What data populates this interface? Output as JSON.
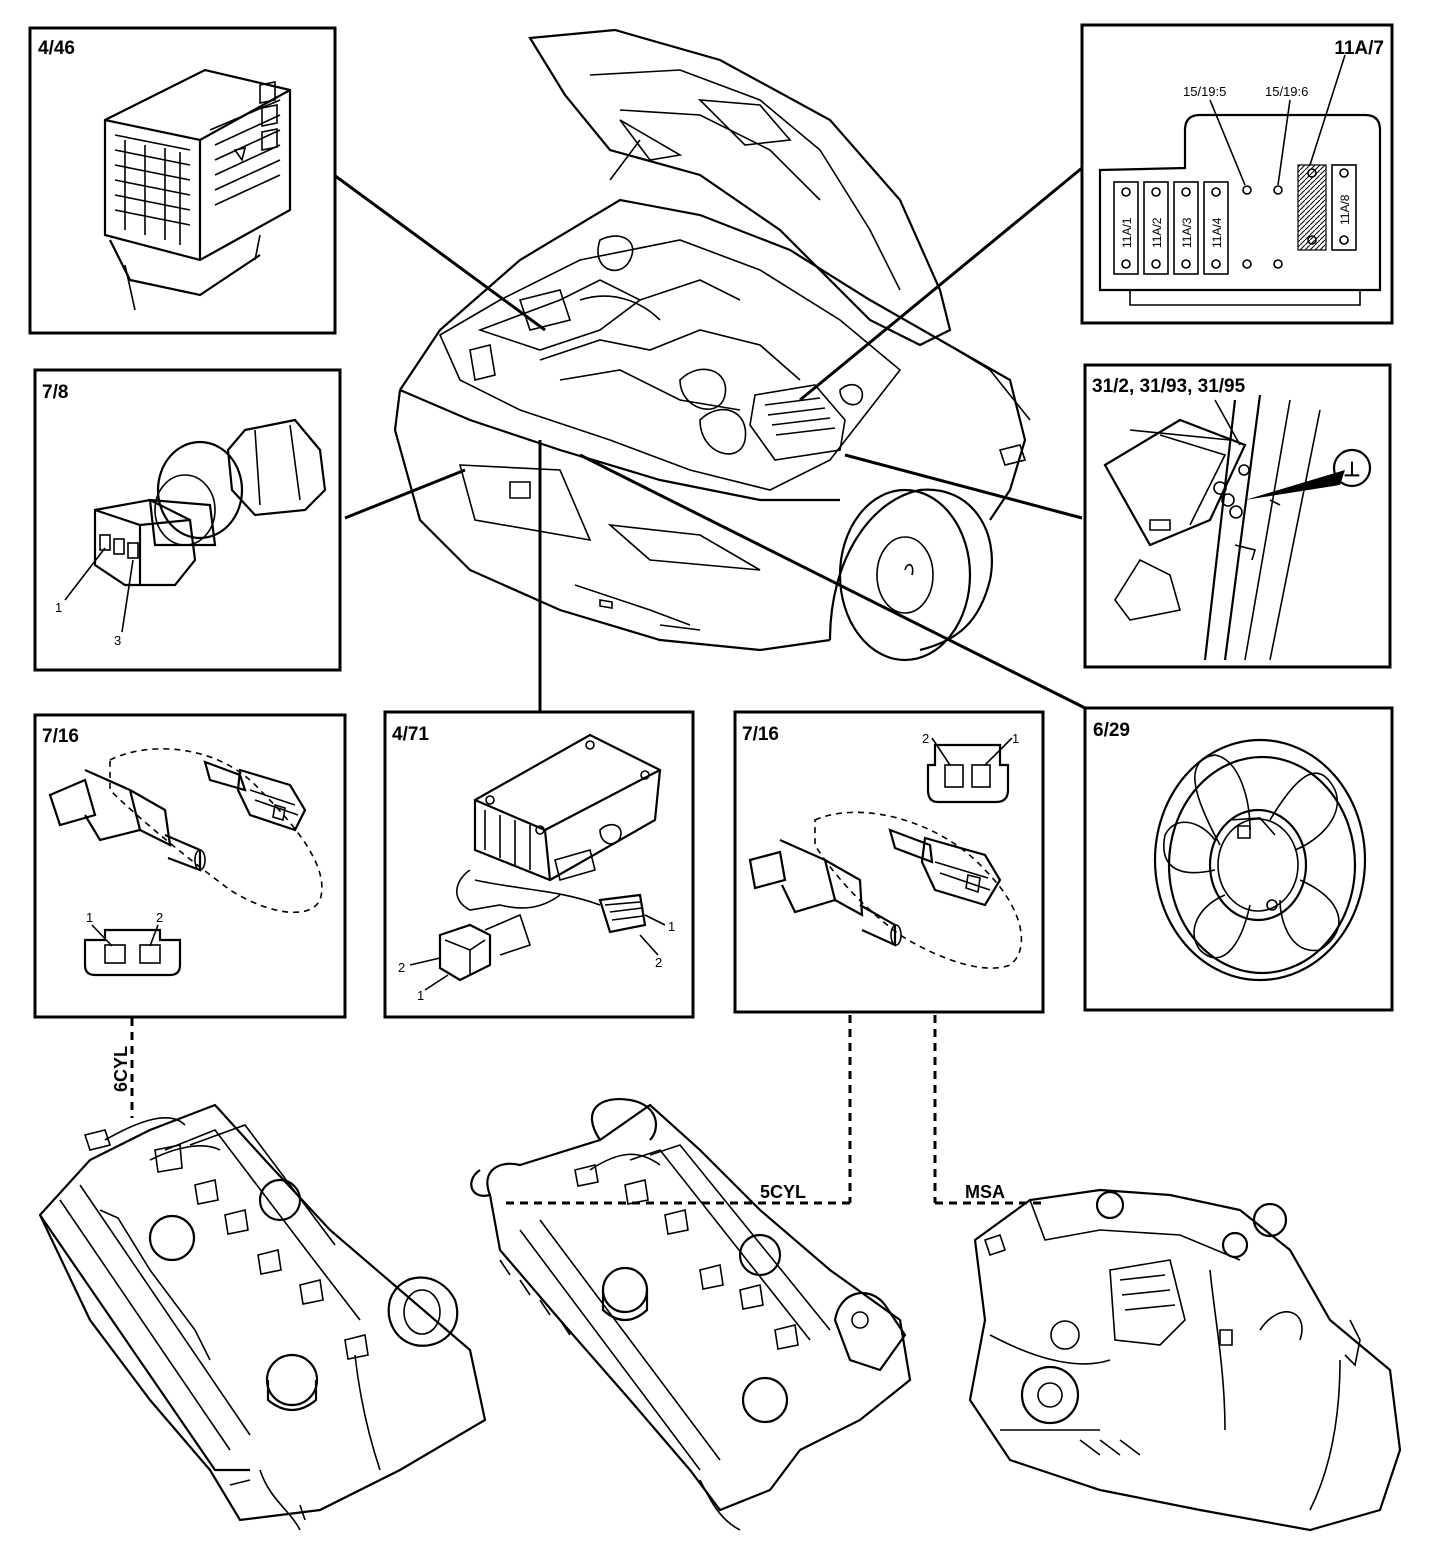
{
  "diagram": {
    "panels": {
      "control_module": {
        "title": "4/46"
      },
      "fuse_box": {
        "title": "11A/7",
        "terminal_a": "15/19:5",
        "terminal_b": "15/19:6",
        "fuses": [
          "11A/1",
          "11A/2",
          "11A/3",
          "11A/4",
          "11A/8"
        ]
      },
      "pressure_sensor": {
        "title": "7/8",
        "pin_1": "1",
        "pin_3": "3"
      },
      "ground_points": {
        "title": "31/2, 31/93, 31/95",
        "ground_symbol": "⊥"
      },
      "temp_sensor_left": {
        "title": "7/16",
        "pin_1": "1",
        "pin_2": "2"
      },
      "fan_relay": {
        "title": "4/71",
        "pin_1": "1",
        "pin_2": "2"
      },
      "temp_sensor_right": {
        "title": "7/16",
        "pin_1": "1",
        "pin_2": "2"
      },
      "cooling_fan": {
        "title": "6/29"
      }
    },
    "engine_labels": {
      "six_cyl": "6CYL",
      "five_cyl": "5CYL",
      "msa": "MSA"
    }
  }
}
